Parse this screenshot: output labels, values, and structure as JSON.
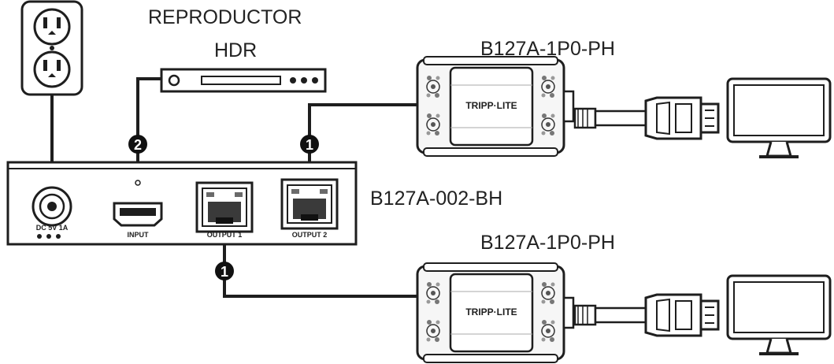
{
  "labels": {
    "player_line1": "REPRODUCTOR",
    "player_line2": "HDR",
    "receiver_top": "B127A-1P0-PH",
    "receiver_bottom": "B127A-1P0-PH",
    "transmitter": "B127A-002-BH"
  },
  "ports": {
    "power": "DC 5V 1A",
    "input": "INPUT",
    "output1": "OUTPUT 1",
    "output2": "OUTPUT 2"
  },
  "steps": {
    "input_step": "2",
    "output2_step": "1",
    "output1_step": "1"
  },
  "receiver_brand": "TRIPP·LITE",
  "colors": {
    "line": "#1e1e1e",
    "fill": "#ffffff",
    "shade": "#6a6a6a",
    "badge": "#111111"
  }
}
